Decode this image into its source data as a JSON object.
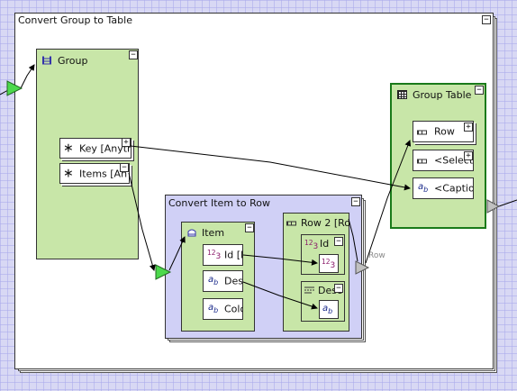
{
  "canvas": {
    "collapse_symbol": "−",
    "expand_symbol": "+"
  },
  "outer": {
    "title": "Convert Group to Table"
  },
  "group": {
    "title": "Group",
    "icon": "group-icon",
    "fields": [
      {
        "label": "Key [Anyth",
        "icon": "asterisk-icon"
      },
      {
        "label": "Items [An",
        "icon": "asterisk-icon"
      }
    ]
  },
  "convert_item": {
    "title": "Convert Item to Row",
    "item_node": {
      "title": "Item",
      "fields": [
        {
          "label": "Id [N",
          "icon": "numeric-icon"
        },
        {
          "label": "Desc",
          "icon": "text-icon"
        },
        {
          "label": "Colo",
          "icon": "text-icon"
        }
      ]
    },
    "row_node": {
      "title": "Row 2 [Ro",
      "id_box": {
        "label": "Id"
      },
      "desc_box": {
        "label": "Desc"
      }
    },
    "output_label": "Row"
  },
  "group_table": {
    "title": "Group Table",
    "fields": [
      {
        "label": "Row",
        "icon": "row-icon"
      },
      {
        "label": "<Select",
        "icon": "row-icon"
      },
      {
        "label": "<Caption",
        "icon": "text-icon"
      }
    ]
  },
  "icons": {
    "asterisk": "∗",
    "text_a": "a",
    "text_b": "b",
    "num_12": "12",
    "num_3": "3"
  },
  "colors": {
    "green_node": "#c8e6a8",
    "blue_node": "#d0d0f6",
    "port_green": "#4cd94c",
    "port_grey": "#c0c0c0",
    "selected_border": "#1a7a1a"
  }
}
